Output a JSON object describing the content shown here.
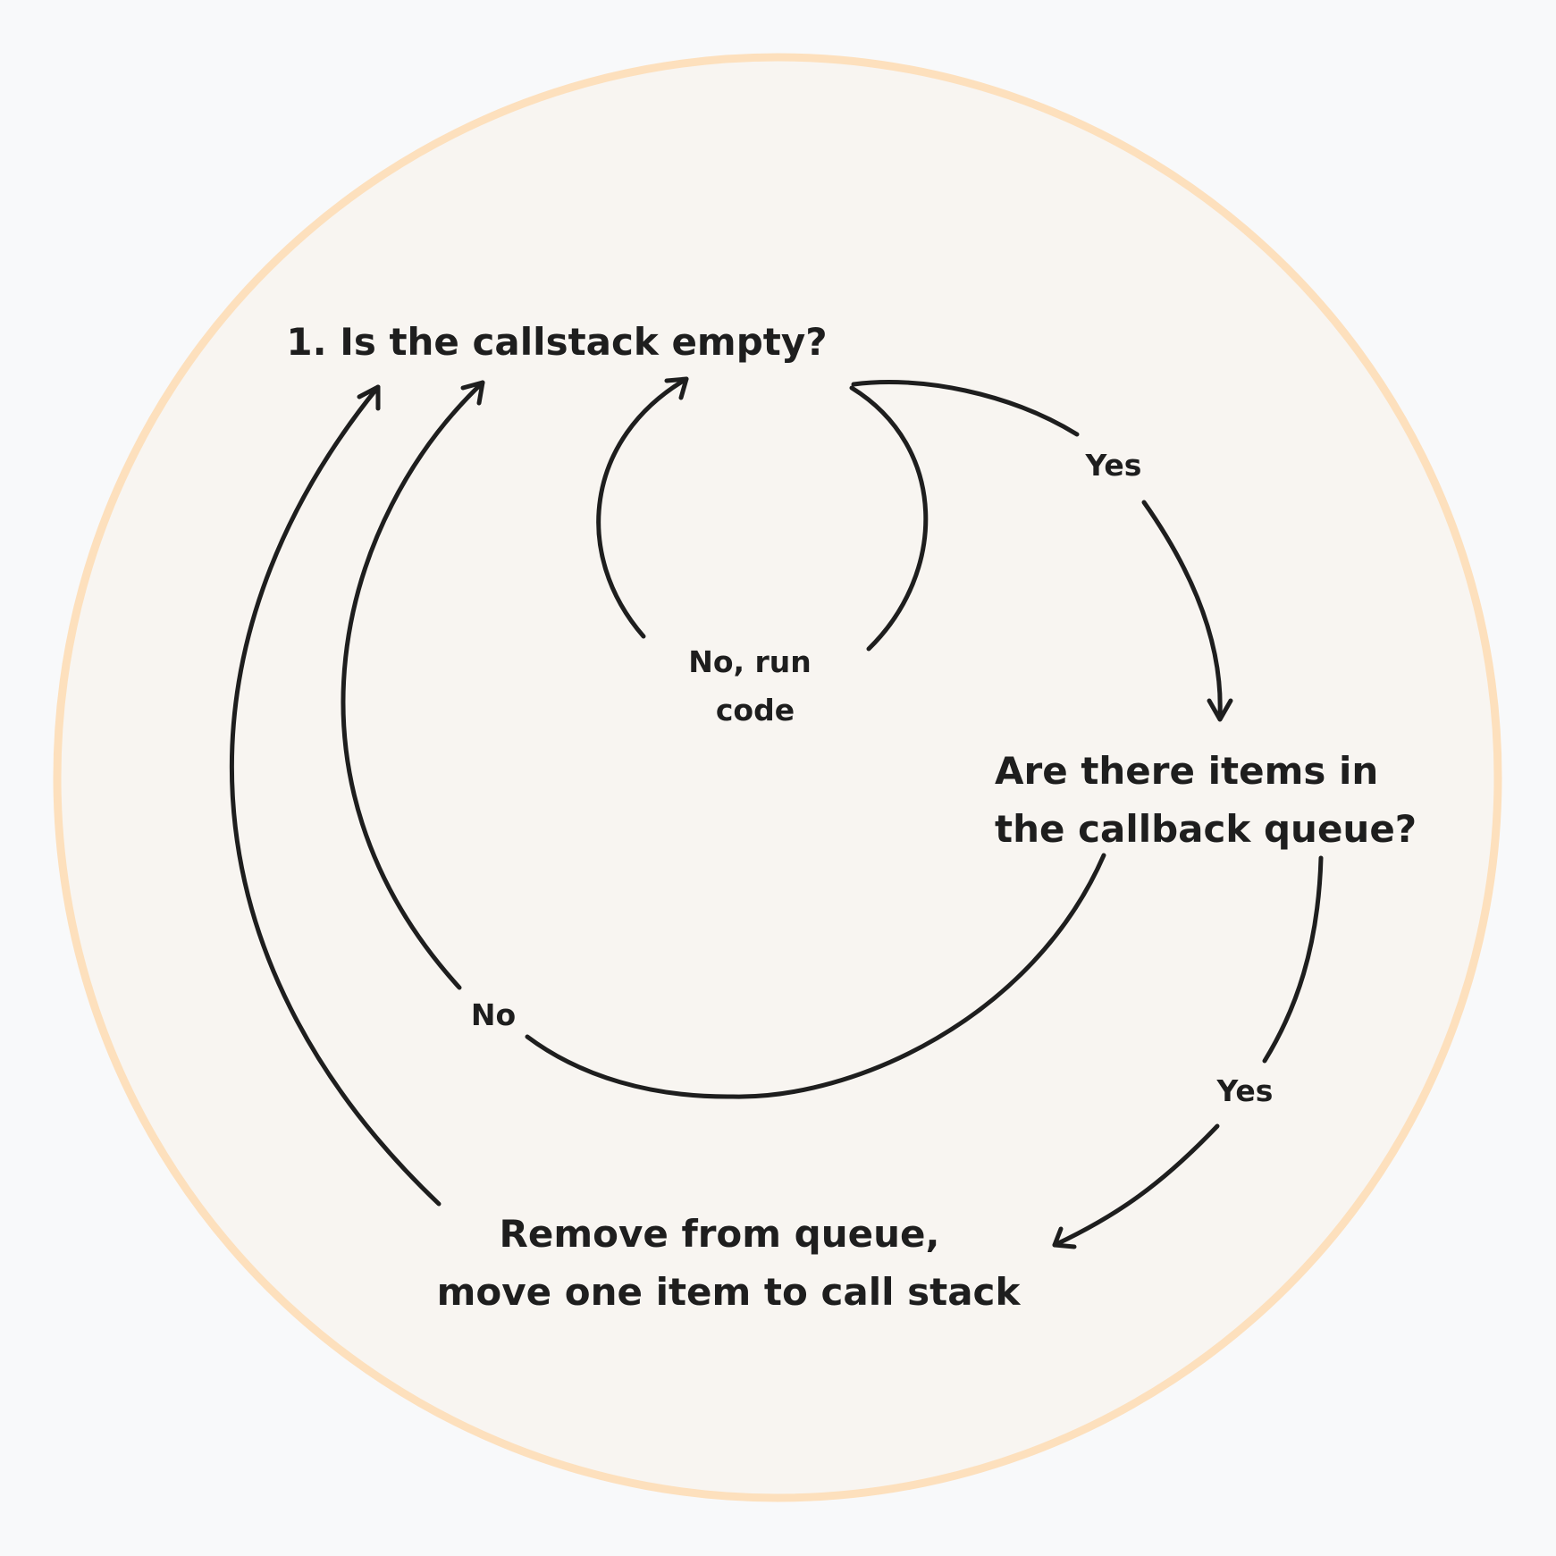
{
  "colors": {
    "page_background": "#f8f9fa",
    "circle_fill": "#f8f5f1",
    "circle_stroke": "#fde0bd",
    "ink": "#1e1e1e"
  },
  "nodes": {
    "callstack_check": "1. Is the callstack empty?",
    "queue_check_line1": "Are there items in",
    "queue_check_line2": "the callback queue?",
    "move_item_line1": "Remove from queue,",
    "move_item_line2": "move one item to call stack"
  },
  "edges": {
    "no_run_code_line1": "No, run",
    "no_run_code_line2": "code",
    "yes_callstack_empty": "Yes",
    "no_items": "No",
    "yes_items": "Yes"
  }
}
